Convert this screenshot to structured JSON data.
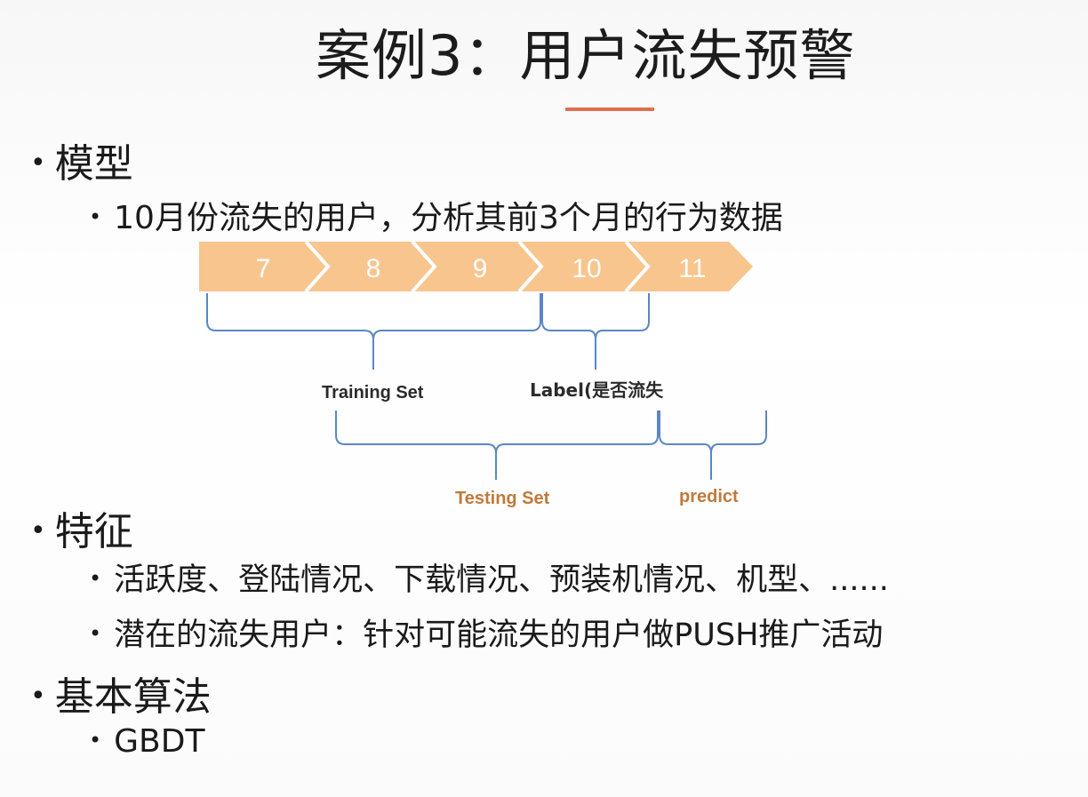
{
  "title": "案例3：用户流失预警",
  "colors": {
    "accent": "#e0704e",
    "chevron": "#f8c58f",
    "bracket": "#5b86c5",
    "orange_label": "#c07a3a",
    "dark_label": "#2b2b2b"
  },
  "sections": [
    {
      "heading": "模型",
      "items": [
        "10月份流失的用户，分析其前3个月的行为数据"
      ]
    },
    {
      "heading": "特征",
      "items": [
        "活跃度、登陆情况、下载情况、预装机情况、机型、......",
        "潜在的流失用户：针对可能流失的用户做PUSH推广活动"
      ]
    },
    {
      "heading": "基本算法",
      "items": [
        "GBDT"
      ]
    }
  ],
  "timeline": {
    "months": [
      "7",
      "8",
      "9",
      "10",
      "11"
    ],
    "labels": {
      "training": "Training Set",
      "label": "Label(是否流失",
      "testing": "Testing Set",
      "predict": "predict"
    }
  }
}
